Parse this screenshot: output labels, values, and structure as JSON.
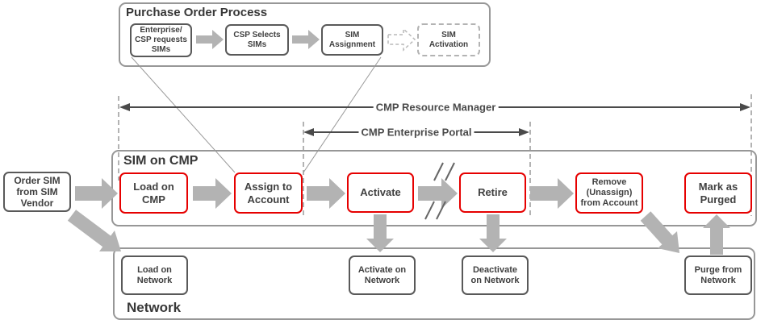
{
  "colors": {
    "accent_red": "#e60000",
    "arrow_gray": "#b3b3b3",
    "box_border_gray": "#595959",
    "container_border_gray": "#979797",
    "label_text": "#404040"
  },
  "purchase_order": {
    "title": "Purchase Order Process",
    "steps": [
      {
        "label": "Enterprise/\nCSP requests\nSIMs"
      },
      {
        "label": "CSP Selects\nSIMs"
      },
      {
        "label": "SIM\nAssignment"
      },
      {
        "label": "SIM\nActivation"
      }
    ]
  },
  "spans": {
    "resource_manager": "CMP Resource Manager",
    "enterprise_portal": "CMP Enterprise Portal"
  },
  "vendor_box": {
    "label": "Order SIM\nfrom SIM\nVendor"
  },
  "sim_on_cmp": {
    "title": "SIM on CMP",
    "steps": [
      {
        "label": "Load on\nCMP"
      },
      {
        "label": "Assign to\nAccount"
      },
      {
        "label": "Activate"
      },
      {
        "label": "Retire"
      },
      {
        "label": "Remove\n(Unassign)\nfrom Account"
      },
      {
        "label": "Mark as\nPurged"
      }
    ]
  },
  "network": {
    "title": "Network",
    "steps": [
      {
        "label": "Load on\nNetwork"
      },
      {
        "label": "Activate on\nNetwork"
      },
      {
        "label": "Deactivate\non Network"
      },
      {
        "label": "Purge from\nNetwork"
      }
    ]
  }
}
